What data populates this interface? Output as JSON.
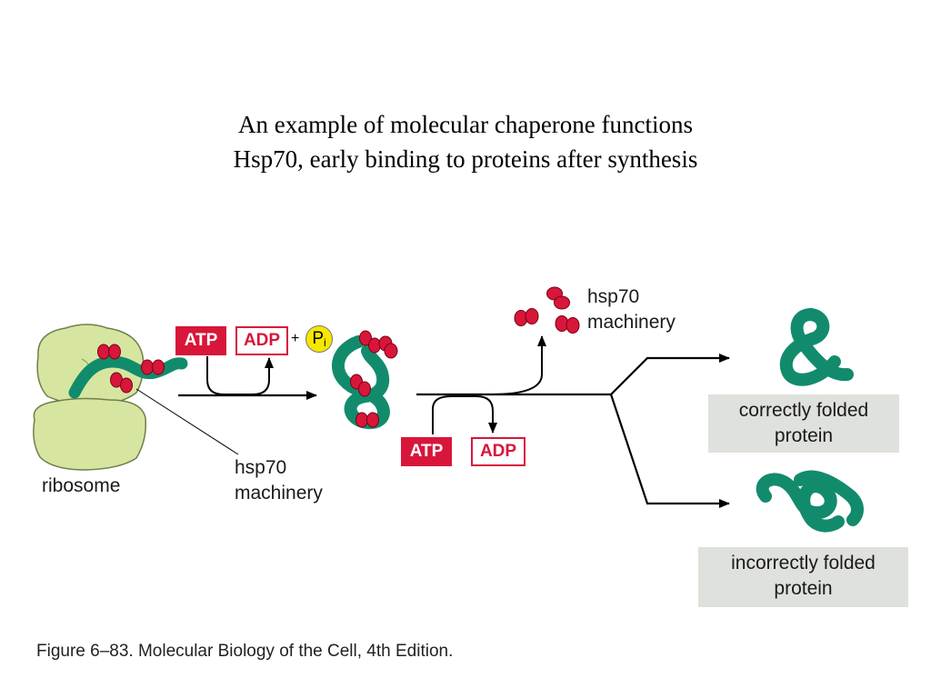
{
  "title": {
    "line1": "An example of molecular chaperone functions",
    "line2": "Hsp70, early binding to proteins after synthesis"
  },
  "labels": {
    "ribosome": "ribosome",
    "hsp70_left_1": "hsp70",
    "hsp70_left_2": "machinery",
    "hsp70_top_1": "hsp70",
    "hsp70_top_2": "machinery",
    "atp_1": "ATP",
    "adp_1": "ADP",
    "plus": "+",
    "pi_main": "P",
    "pi_sub": "i",
    "atp_2": "ATP",
    "adp_2": "ADP",
    "correct_1": "correctly folded",
    "correct_2": "protein",
    "incorrect_1": "incorrectly folded",
    "incorrect_2": "protein"
  },
  "caption": "Figure 6–83. Molecular Biology of the Cell, 4th Edition.",
  "colors": {
    "protein_green": "#128b6c",
    "hsp70_red": "#d8163a",
    "ribosome_fill": "#d6e6a0",
    "atp_red": "#d8163a",
    "pi_yellow": "#f6e600",
    "result_box": "#dfe1dc"
  }
}
